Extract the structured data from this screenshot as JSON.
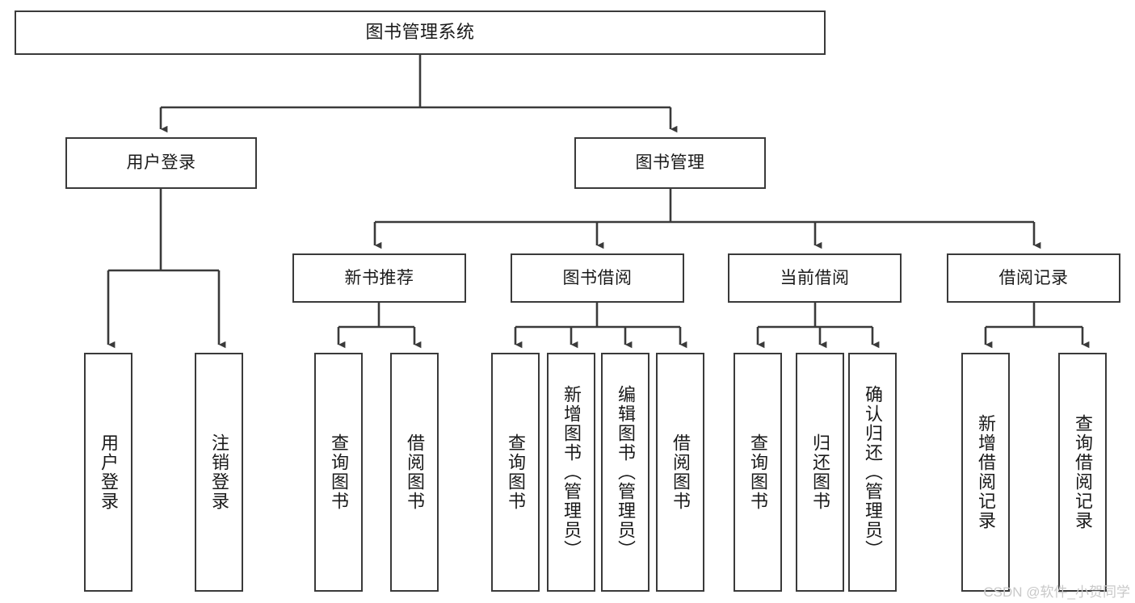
{
  "diagram": {
    "type": "tree-hierarchy",
    "title": "图书管理系统",
    "orientation": "top-down",
    "colors": {
      "box_border": "#3a3a3a",
      "box_fill": "#ffffff",
      "connector": "#3a3a3a",
      "text": "#1a1a1a",
      "watermark": "#c9c9c9"
    },
    "levels": [
      {
        "level": 1,
        "nodes": [
          {
            "id": "root",
            "label": "图书管理系统"
          }
        ]
      },
      {
        "level": 2,
        "nodes": [
          {
            "id": "user-login",
            "label": "用户登录",
            "parent": "root"
          },
          {
            "id": "book-manage",
            "label": "图书管理",
            "parent": "root"
          }
        ]
      },
      {
        "level": 3,
        "nodes": [
          {
            "id": "new-book-rec",
            "label": "新书推荐",
            "parent": "book-manage"
          },
          {
            "id": "book-borrow",
            "label": "图书借阅",
            "parent": "book-manage"
          },
          {
            "id": "current-borrow",
            "label": "当前借阅",
            "parent": "book-manage"
          },
          {
            "id": "borrow-record",
            "label": "借阅记录",
            "parent": "book-manage"
          }
        ]
      },
      {
        "level": 4,
        "nodes": [
          {
            "id": "leaf-1",
            "label": "用户登录",
            "parent": "user-login"
          },
          {
            "id": "leaf-2",
            "label": "注销登录",
            "parent": "user-login"
          },
          {
            "id": "leaf-3",
            "label": "查询图书",
            "parent": "new-book-rec"
          },
          {
            "id": "leaf-4",
            "label": "借阅图书",
            "parent": "new-book-rec"
          },
          {
            "id": "leaf-5",
            "label": "查询图书",
            "parent": "book-borrow"
          },
          {
            "id": "leaf-6",
            "label": "新增图书（管理员）",
            "parent": "book-borrow"
          },
          {
            "id": "leaf-7",
            "label": "编辑图书（管理员）",
            "parent": "book-borrow"
          },
          {
            "id": "leaf-8",
            "label": "借阅图书",
            "parent": "book-borrow"
          },
          {
            "id": "leaf-9",
            "label": "查询图书",
            "parent": "current-borrow"
          },
          {
            "id": "leaf-10",
            "label": "归还图书",
            "parent": "current-borrow"
          },
          {
            "id": "leaf-11",
            "label": "确认归还（管理员）",
            "parent": "current-borrow"
          },
          {
            "id": "leaf-12",
            "label": "新增借阅记录",
            "parent": "borrow-record"
          },
          {
            "id": "leaf-13",
            "label": "查询借阅记录",
            "parent": "borrow-record"
          }
        ]
      }
    ]
  },
  "watermark": {
    "text": "CSDN @软件_小贺同学"
  }
}
